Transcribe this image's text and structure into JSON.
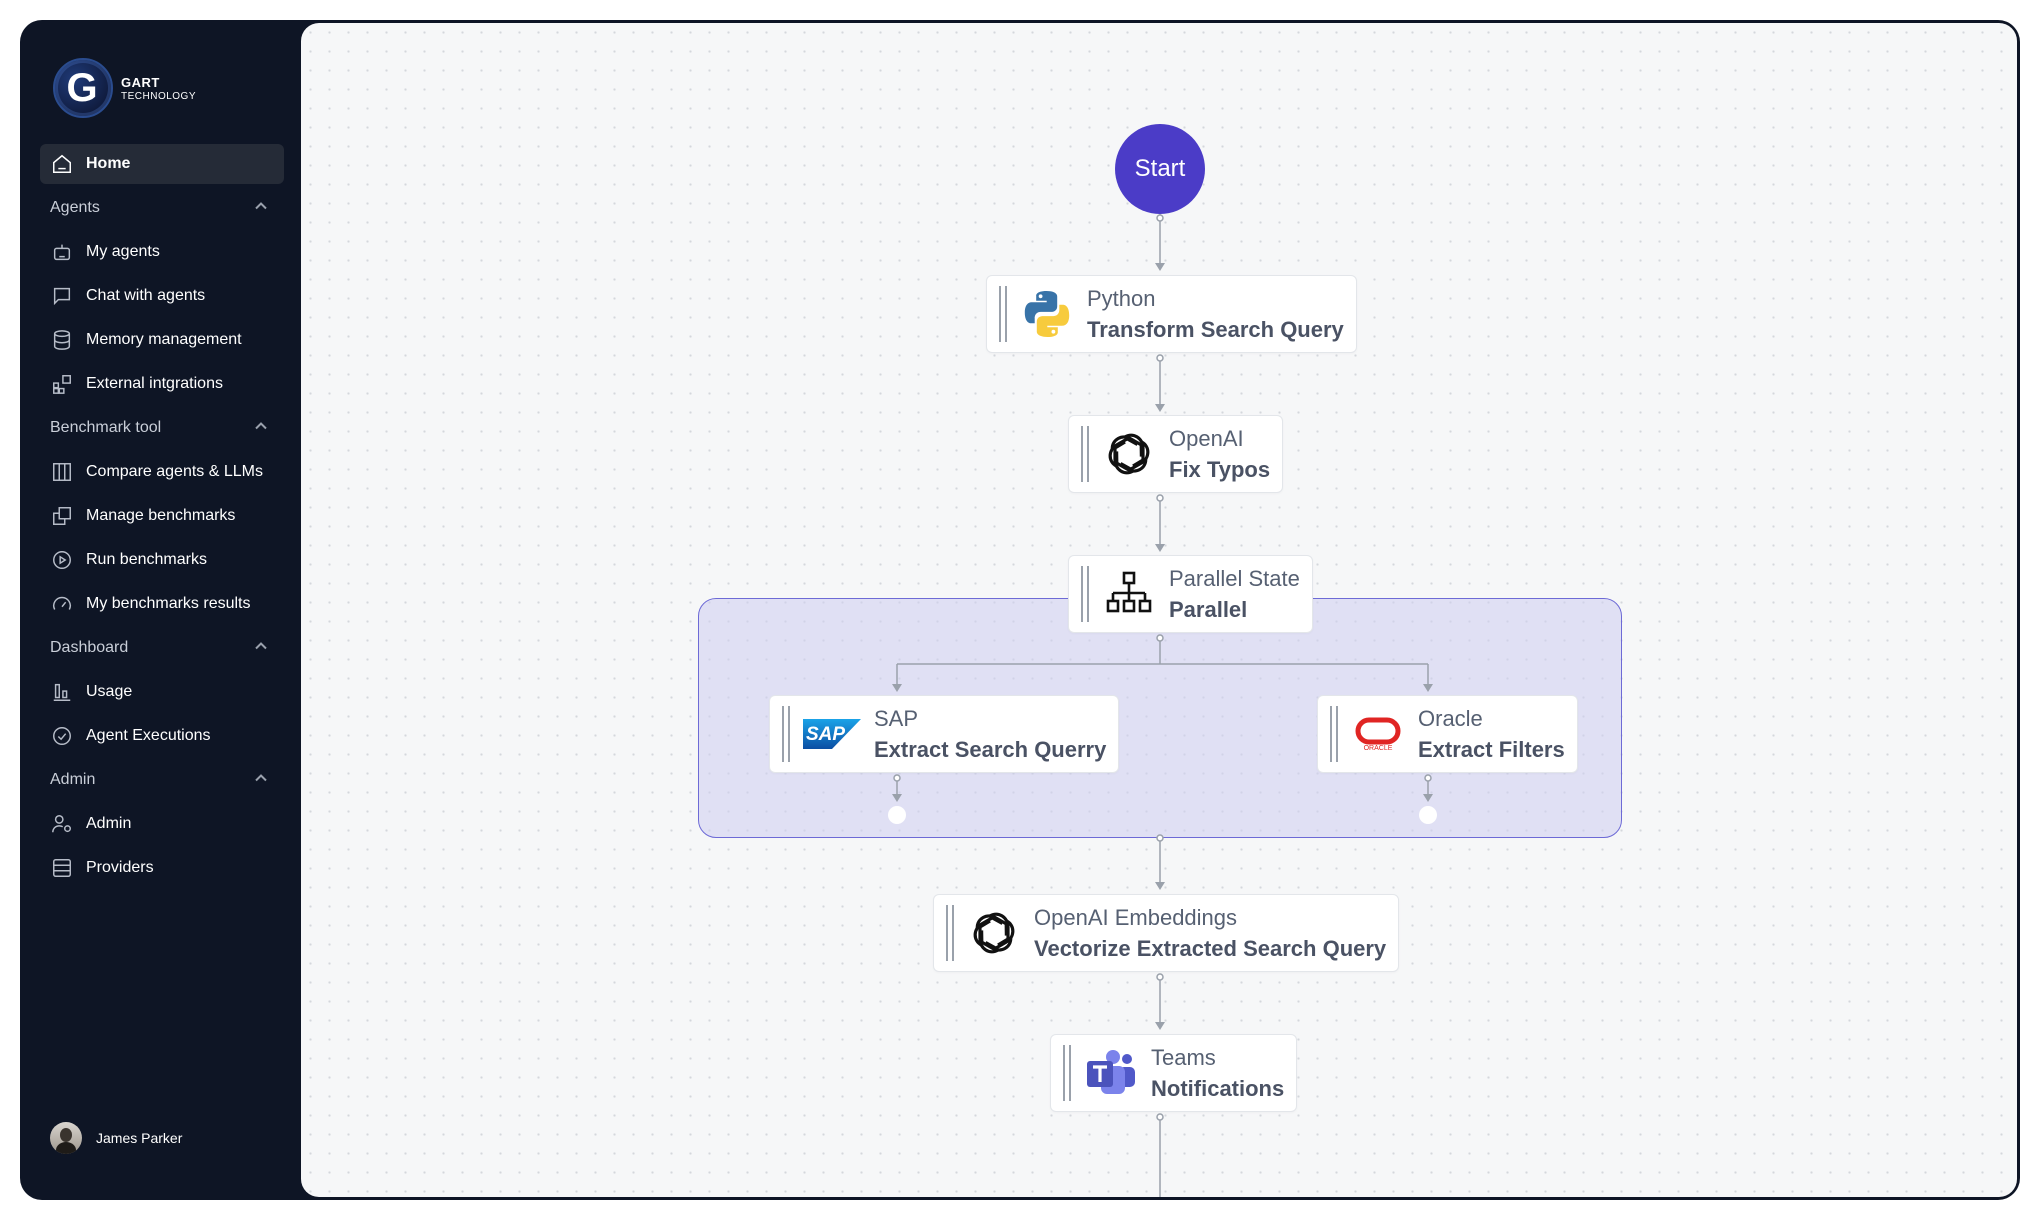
{
  "brand": {
    "line1": "GART",
    "line2": "TECHNOLOGY",
    "mark": "G"
  },
  "nav": {
    "home": "Home",
    "sections": {
      "agents": "Agents",
      "benchmark": "Benchmark tool",
      "dashboard": "Dashboard",
      "admin": "Admin"
    },
    "items": {
      "my_agents": "My agents",
      "chat": "Chat with agents",
      "memory": "Memory management",
      "external": "External intgrations",
      "compare": "Compare agents & LLMs",
      "manage": "Manage benchmarks",
      "run": "Run benchmarks",
      "results": "My benchmarks results",
      "usage": "Usage",
      "executions": "Agent Executions",
      "admin": "Admin",
      "providers": "Providers"
    }
  },
  "user": {
    "name": "James Parker"
  },
  "flow": {
    "start": "Start",
    "nodes": {
      "python": {
        "type": "Python",
        "name": "Transform Search Query",
        "icon": "python-logo-icon"
      },
      "openai": {
        "type": "OpenAI",
        "name": "Fix Typos",
        "icon": "openai-logo-icon"
      },
      "parallel": {
        "type": "Parallel State",
        "name": "Parallel",
        "icon": "hierarchy-icon"
      },
      "sap": {
        "type": "SAP",
        "name": "Extract Search Querry",
        "icon": "sap-logo-icon"
      },
      "oracle": {
        "type": "Oracle",
        "name": "Extract Filters",
        "icon": "oracle-logo-icon"
      },
      "embeddings": {
        "type": "OpenAI Embeddings",
        "name": "Vectorize Extracted Search Query",
        "icon": "openai-logo-icon"
      },
      "teams": {
        "type": "Teams",
        "name": "Notifications",
        "icon": "teams-logo-icon"
      }
    },
    "sap_logo_text": "SAP",
    "oracle_logo_text": "ORACLE"
  },
  "colors": {
    "sidebar_bg": "#0e1525",
    "canvas_bg": "#f6f7f8",
    "start_node": "#4b3cc7",
    "group_border": "#6d6ad6",
    "group_fill": "#cecef0",
    "connector": "#9aa1ab"
  }
}
